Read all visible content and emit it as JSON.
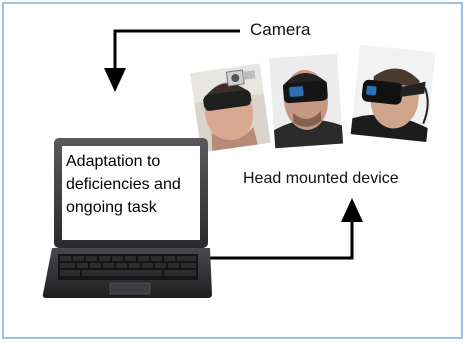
{
  "labels": {
    "camera": "Camera",
    "head_mounted_device": "Head mounted device"
  },
  "laptop_screen": {
    "lines": [
      "Adaptation to",
      "deficiencies and",
      "ongoing task"
    ]
  },
  "colors": {
    "frame_border": "#9dc3e6",
    "arrow": "#000000",
    "laptop_body": "#3a3a3c",
    "laptop_screen": "#ffffff"
  },
  "photos": [
    "person-with-camera-on-headset",
    "person-wearing-vr-headset-front",
    "person-wearing-vr-headset-side"
  ]
}
